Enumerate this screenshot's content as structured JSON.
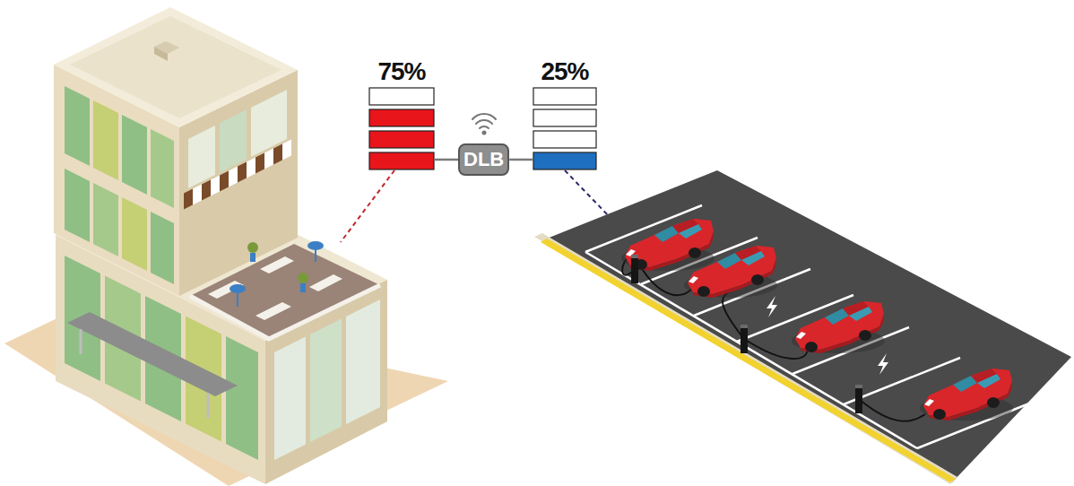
{
  "diagram": {
    "nodes": [
      {
        "text": [
          "75%"
        ]
      },
      {
        "text": [
          "DLB"
        ]
      },
      {
        "text": [
          "25%"
        ]
      }
    ],
    "edges": [
      {
        "from": 0,
        "to": 1,
        "arrow": "none"
      },
      {
        "from": 1,
        "to": 2,
        "arrow": "none"
      }
    ]
  }
}
